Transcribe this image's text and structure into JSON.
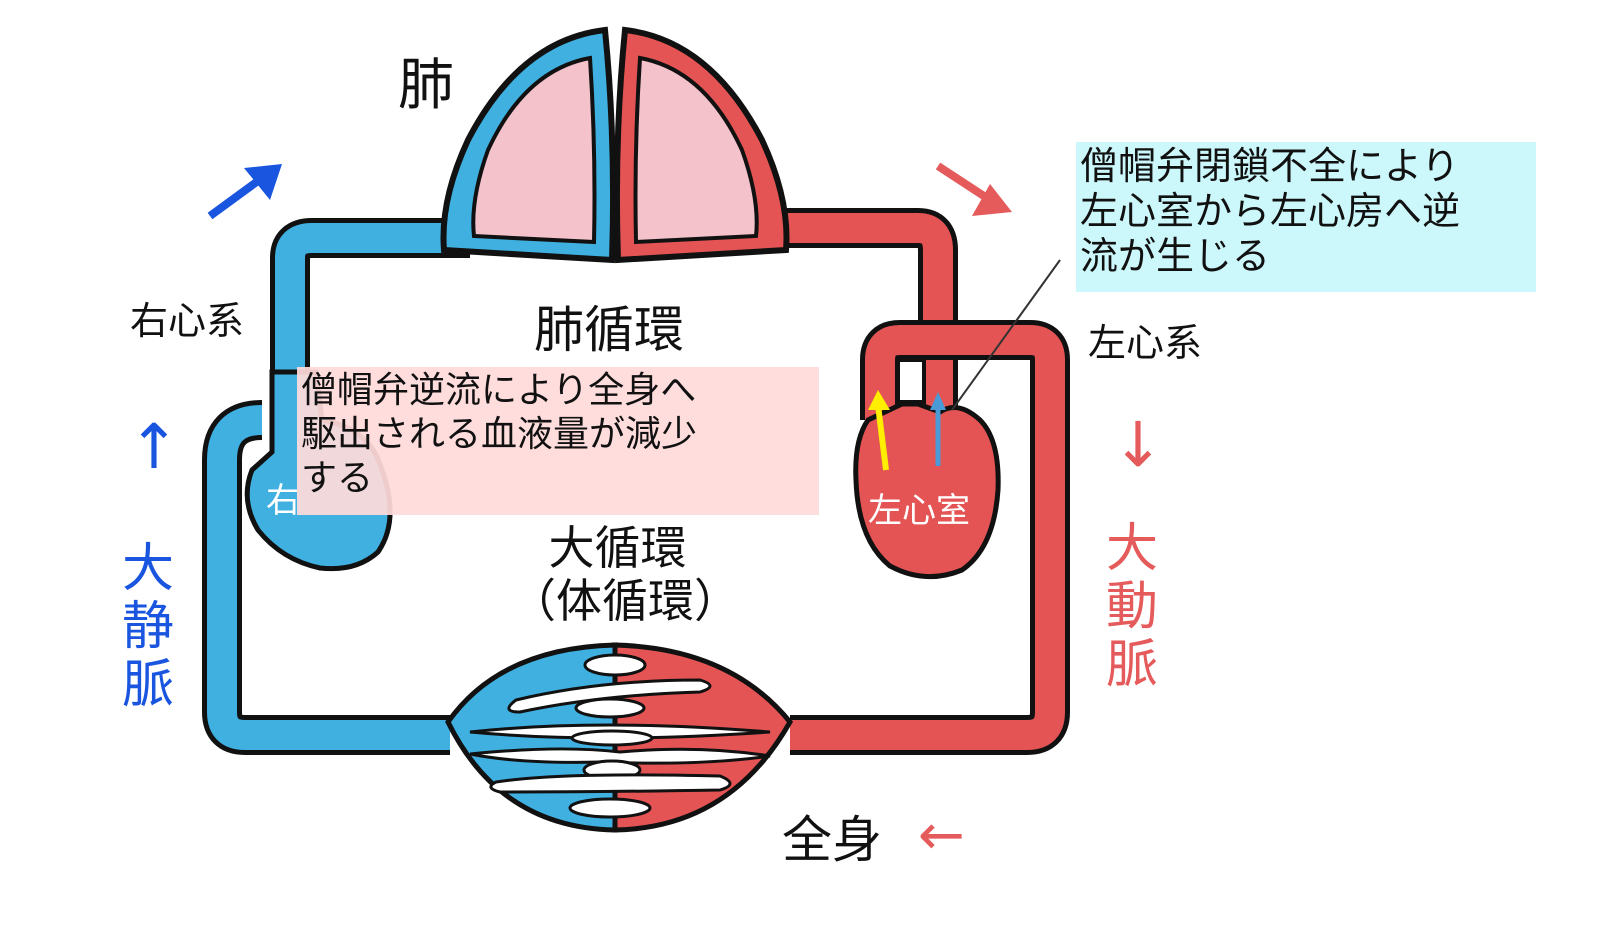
{
  "labels": {
    "lung": "肺",
    "right_system": "右心系",
    "left_system": "左心系",
    "pulmonary_circulation": "肺循環",
    "systemic_circulation_1": "大循環",
    "systemic_circulation_2": "（体循環）",
    "whole_body": "全身",
    "vena_cava": [
      "大",
      "静",
      "脈"
    ],
    "aorta": [
      "大",
      "動",
      "脈"
    ],
    "left_ventricle": "左心室",
    "right_heart_partial": "右"
  },
  "callouts": {
    "regurgitation_effect": [
      "僧帽弁逆流により全身へ",
      "駆出される血液量が減少",
      "する"
    ],
    "mitral_insufficiency": [
      "僧帽弁閉鎖不全により",
      "左心室から左心房へ逆",
      "流が生じる"
    ]
  },
  "arrows": {
    "up": "↑",
    "down": "↓",
    "left": "←"
  },
  "colors": {
    "venous_blue": "#3fb0e0",
    "arterial_red": "#e55454",
    "lung_pink": "#f4c2cb",
    "arrow_blue": "#1a55e0",
    "arrow_red": "#e55a5a",
    "regurgitation_arrow_yellow": "#ffee00",
    "forward_arrow_blue": "#4a9ad8",
    "callout_pink": "#ffdada",
    "callout_cyan": "#ccf8fb"
  }
}
